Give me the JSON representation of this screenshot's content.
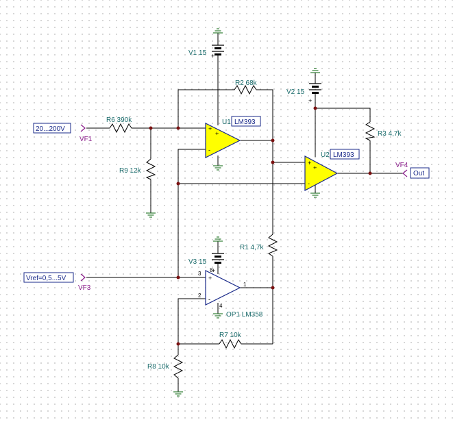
{
  "inputs": {
    "in1": "20...200V",
    "in2": "Vref=0,5...5V",
    "out": "Out"
  },
  "probes": {
    "vf1": "VF1",
    "vf3": "VF3",
    "vf4": "VF4"
  },
  "sources": {
    "v1": "V1 15",
    "v2": "V2 15",
    "v3": "V3 15"
  },
  "resistors": {
    "r1": "R1 4,7k",
    "r2": "R2 68k",
    "r3": "R3 4,7k",
    "r6": "R6 390k",
    "r7": "R7 10k",
    "r8": "R8 10k",
    "r9": "R9 12k"
  },
  "opamps": {
    "u1_ref": "U1",
    "u1_part": "LM393",
    "u2_ref": "U2",
    "u2_part": "LM393",
    "op1": "OP1 LM358"
  },
  "pins": {
    "plus": "+",
    "minus": "-",
    "pin1": "1",
    "pin2": "2",
    "pin3": "3",
    "pin4": "4",
    "pin8": "8"
  },
  "colors": {
    "wire": "#000000",
    "label": "#1a6b6b",
    "comparator_fill": "#ffff00",
    "opamp_stroke": "#1a2a8a",
    "probe": "#8a1d8a",
    "dot": "#7a1010"
  }
}
